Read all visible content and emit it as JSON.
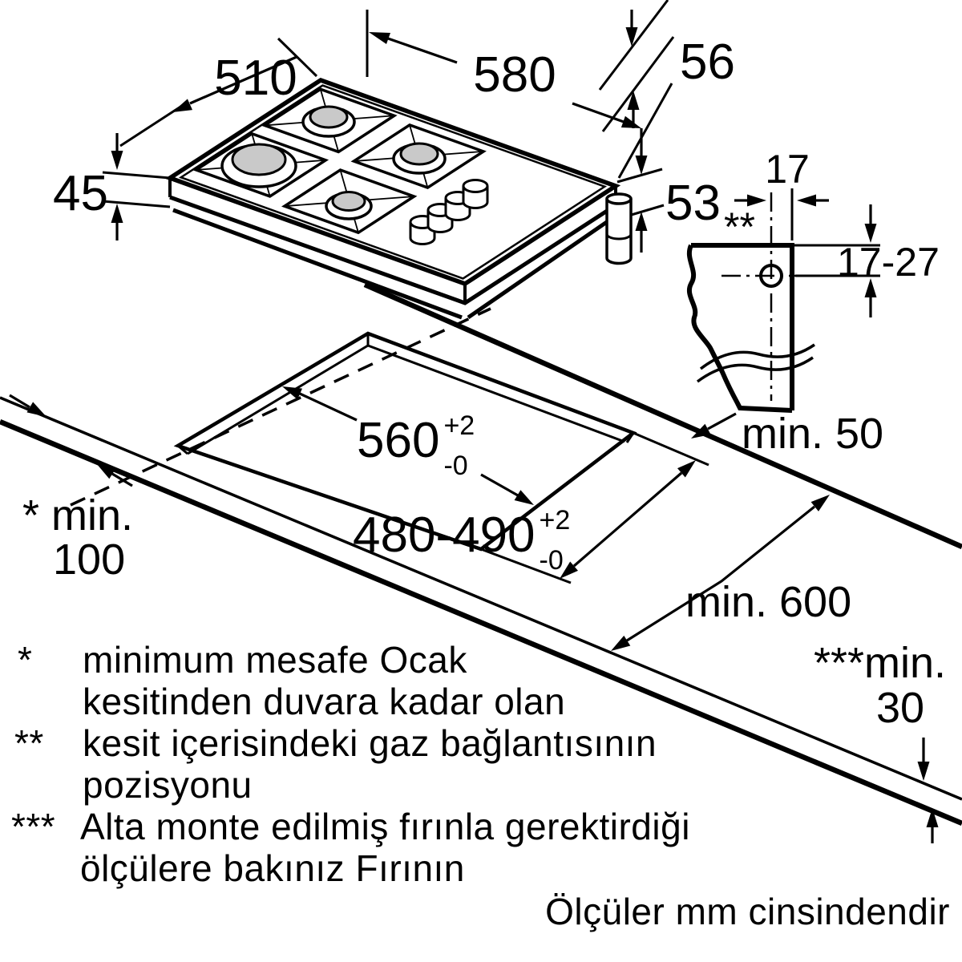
{
  "hob_view": {
    "width_label": "580",
    "depth_label": "510",
    "rim_height_label": "45",
    "total_height_label": "56",
    "body_height_label": "53"
  },
  "gas_detail": {
    "marker": "**",
    "offset_label": "17",
    "range_label": "17-27"
  },
  "cutout_view": {
    "width": {
      "base": "560",
      "tol_plus": "+2",
      "tol_minus": "-0"
    },
    "depth": {
      "base": "480-490",
      "tol_plus": "+2",
      "tol_minus": "-0"
    },
    "back_clearance": "min. 50",
    "side_clearance_line1": "* min.",
    "side_clearance_line2": "100",
    "worktop_depth": "min. 600",
    "thickness_label": "***min.",
    "thickness_value": "30"
  },
  "footnotes": [
    {
      "marker": "*",
      "line1": "minimum mesafe Ocak",
      "line2": "kesitinden duvara kadar olan"
    },
    {
      "marker": "**",
      "line1": "kesit içerisindeki gaz bağlantısının",
      "line2": "pozisyonu"
    },
    {
      "marker": "***",
      "line1": "Alta monte edilmiş fırınla gerektirdiği",
      "line2": "ölçülere bakınız Fırının"
    }
  ],
  "units_note": "Ölçüler mm cinsindendir",
  "colors": {
    "ink": "#000000",
    "paper": "#ffffff",
    "burner_cap": "#c9c9c9"
  }
}
